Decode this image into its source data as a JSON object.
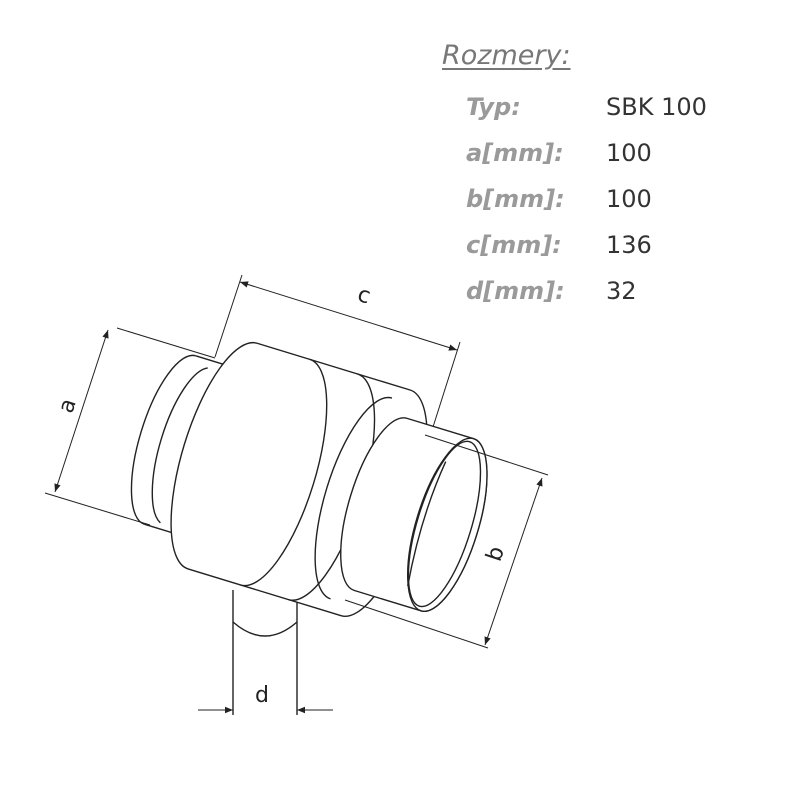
{
  "table": {
    "title": "Rozmery:",
    "rows": [
      {
        "label": "Typ:",
        "value": "SBK 100"
      },
      {
        "label": "a[mm]:",
        "value": "100"
      },
      {
        "label": "b[mm]:",
        "value": "100"
      },
      {
        "label": "c[mm]:",
        "value": "136"
      },
      {
        "label": "d[mm]:",
        "value": "32"
      }
    ]
  },
  "drawing": {
    "dim_a": "a",
    "dim_b": "b",
    "dim_c": "c",
    "dim_d": "d"
  }
}
